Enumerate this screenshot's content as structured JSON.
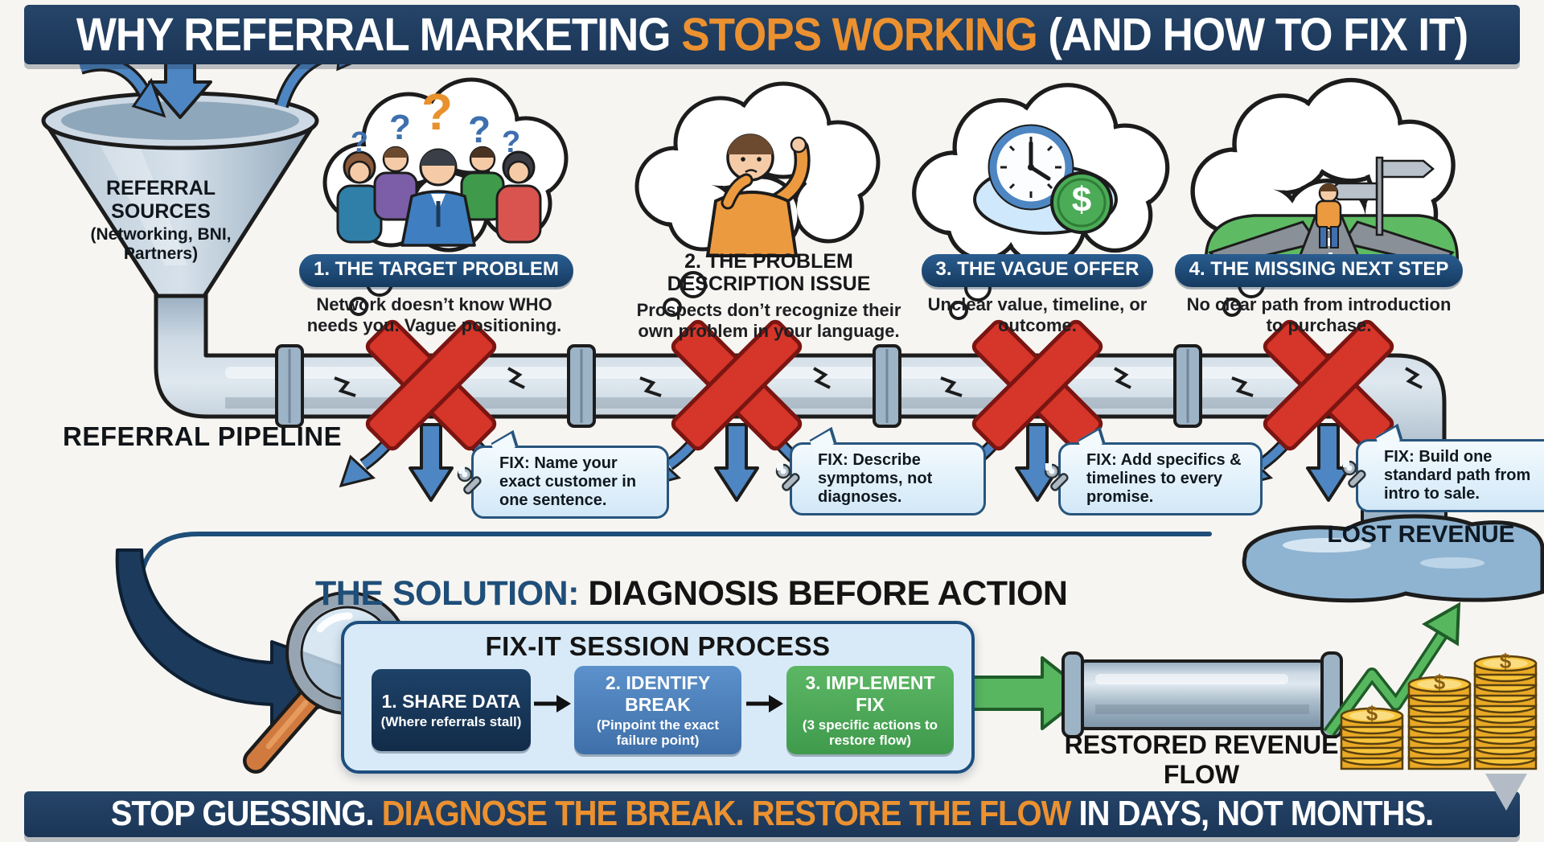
{
  "header": {
    "title_part1": "WHY REFERRAL MARKETING ",
    "title_highlight": "STOPS WORKING",
    "title_part2": " (AND HOW TO FIX IT)"
  },
  "funnel": {
    "title": "REFERRAL SOURCES",
    "subtitle": "(Networking, BNI, Partners)"
  },
  "pipeline": {
    "label": "REFERRAL PIPELINE",
    "lost_revenue_label": "LOST REVENUE"
  },
  "problems": [
    {
      "label": "1. THE TARGET PROBLEM",
      "description": "Network doesn’t know WHO needs you. Vague positioning.",
      "fix": "FIX: Name your exact customer in one sentence."
    },
    {
      "label": "2. THE PROBLEM DESCRIPTION ISSUE",
      "description": "Prospects don’t recognize their own problem in your language.",
      "fix": "FIX: Describe symptoms, not diagnoses."
    },
    {
      "label": "3. THE VAGUE OFFER",
      "description": "Unclear value, timeline, or outcome.",
      "fix": "FIX: Add specifics & timelines to every promise."
    },
    {
      "label": "4. THE MISSING NEXT STEP",
      "description": "No clear path from introduction to purchase.",
      "fix": "FIX: Build one standard path from intro to sale."
    }
  ],
  "solution": {
    "title_accent": "THE SOLUTION:",
    "title_rest": " DIAGNOSIS BEFORE ACTION",
    "process_title": "FIX-IT SESSION PROCESS",
    "steps": [
      {
        "title": "1. SHARE DATA",
        "subtitle": "(Where referrals stall)"
      },
      {
        "title": "2. IDENTIFY BREAK",
        "subtitle": "(Pinpoint the exact failure point)"
      },
      {
        "title": "3. IMPLEMENT FIX",
        "subtitle": "(3 specific actions to restore flow)"
      }
    ],
    "restored_label": "RESTORED REVENUE FLOW"
  },
  "footer": {
    "part1": "STOP GUESSING. ",
    "highlight": "DIAGNOSE THE BREAK. RESTORE THE FLOW",
    "part2": " IN DAYS, NOT MONTHS."
  },
  "decor": {
    "question_mark": "?",
    "dollar_sign": "$"
  },
  "colors": {
    "banner_navy": "#1e3a5c",
    "accent_orange": "#ec9130",
    "alert_red": "#d63529",
    "pipe_steel": "#aec2d2",
    "step_navy": "#16395e",
    "step_blue": "#4d86c2",
    "fix_green": "#4fae57"
  }
}
